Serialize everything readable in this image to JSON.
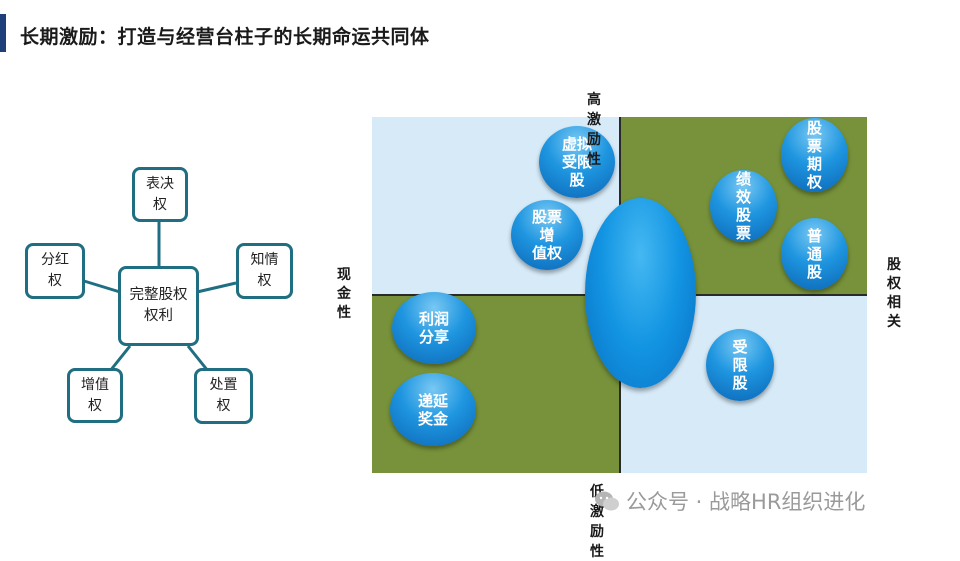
{
  "title": "长期激励：打造与经营台柱子的长期命运共同体",
  "equity_diagram": {
    "center": "完整股权\n权利",
    "nodes": [
      {
        "id": "biaojue",
        "label": "表决\n权"
      },
      {
        "id": "fenhong",
        "label": "分红\n权"
      },
      {
        "id": "zhiqing",
        "label": "知情\n权"
      },
      {
        "id": "zengzhi",
        "label": "增值\n权"
      },
      {
        "id": "chuzhi",
        "label": "处置\n权"
      }
    ]
  },
  "matrix": {
    "top_label": "高激励性",
    "bottom_label": "低激励性",
    "left_label": "现\n金\n性",
    "right_label": "股\n权\n相\n关",
    "colors": {
      "light": "#d6eaf8",
      "green": "#77923a"
    },
    "bubbles": [
      {
        "id": "virtual-stock",
        "label": "虚拟\n受限\n股"
      },
      {
        "id": "sar",
        "label": "股票\n增\n值权"
      },
      {
        "id": "profit-sharing",
        "label": "利润\n分享"
      },
      {
        "id": "deferred-bonus",
        "label": "递延\n奖金"
      },
      {
        "id": "performance-stock",
        "label": "绩\n效\n股\n票"
      },
      {
        "id": "stock-options",
        "label": "股\n票\n期\n权"
      },
      {
        "id": "common-stock",
        "label": "普\n通\n股"
      },
      {
        "id": "restricted-stock",
        "label": "受\n限\n股"
      }
    ]
  },
  "watermark": "公众号 · 战略HR组织进化"
}
